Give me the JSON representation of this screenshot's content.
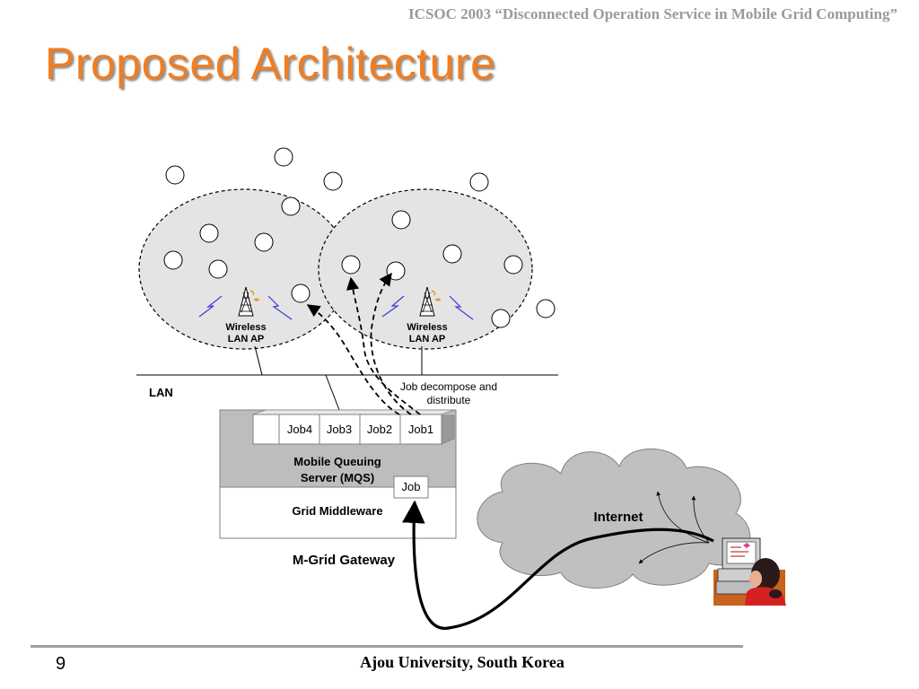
{
  "header": "ICSOC 2003 “Disconnected Operation Service in Mobile Grid Computing”",
  "title": "Proposed Architecture",
  "diagram": {
    "ap_left": {
      "line1": "Wireless",
      "line2": "LAN AP"
    },
    "ap_right": {
      "line1": "Wireless",
      "line2": "LAN AP"
    },
    "lan": "LAN",
    "job_decompose": {
      "line1": "Job decompose and",
      "line2": "distribute"
    },
    "queue_jobs": [
      "Job4",
      "Job3",
      "Job2",
      "Job1"
    ],
    "mqs": {
      "line1": "Mobile Queuing",
      "line2": "Server (MQS)"
    },
    "job": "Job",
    "grid_middleware": "Grid Middleware",
    "gateway": "M-Grid Gateway",
    "internet": "Internet"
  },
  "footer": {
    "page": "9",
    "text": "Ajou University, South Korea"
  },
  "colors": {
    "title": "#f07d22",
    "cloud": "#c0c0c0",
    "ellipse_fill": "#e4e4e4",
    "mqs_fill": "#bdbdbd",
    "lightning": "#3a3ad8"
  }
}
